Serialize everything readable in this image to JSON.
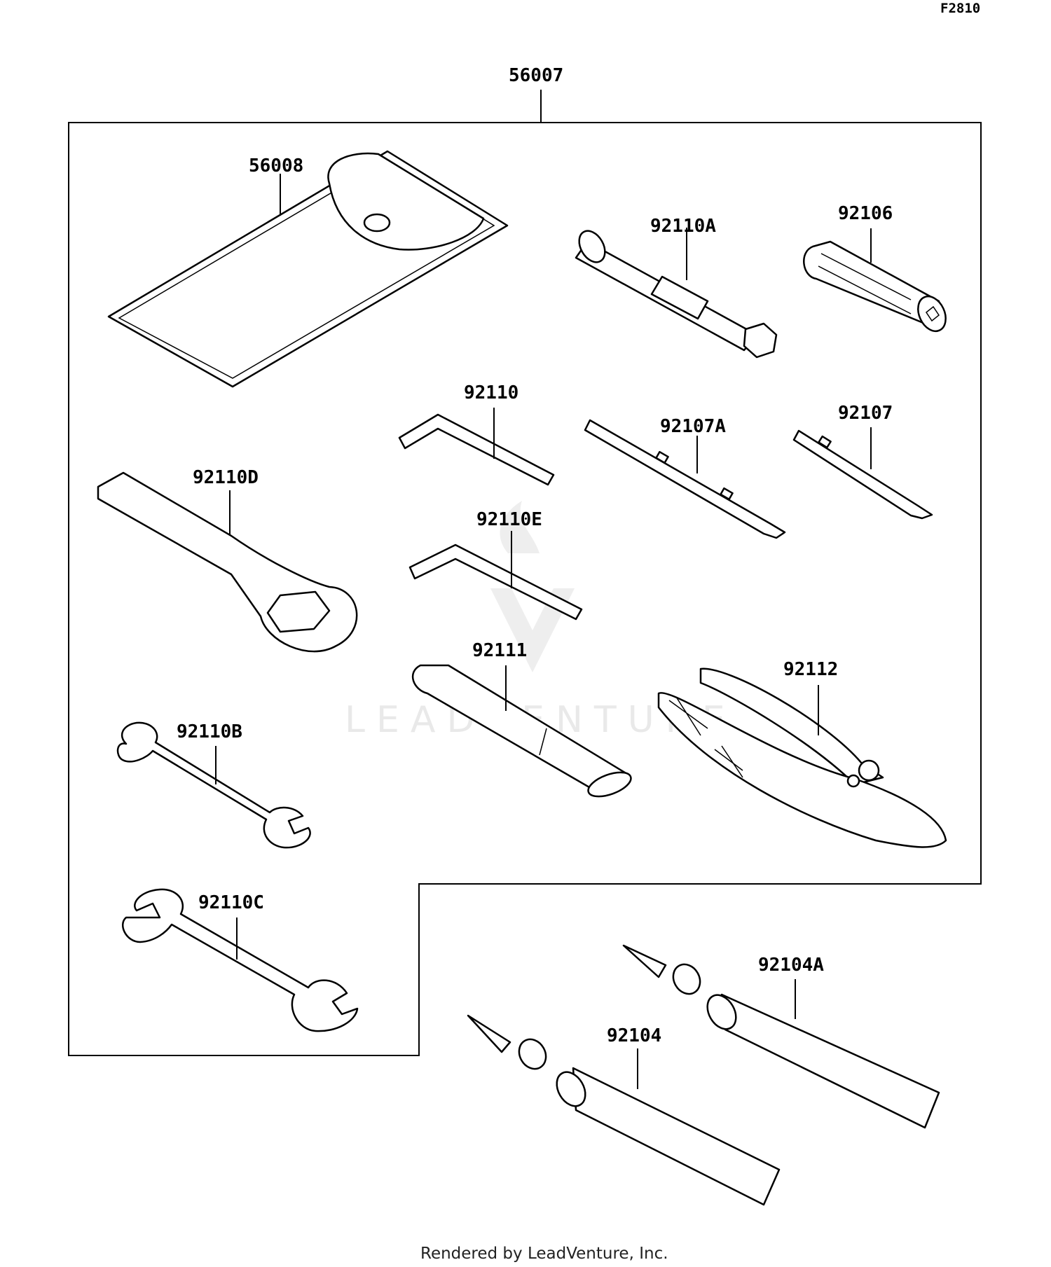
{
  "figure_code": "F2810",
  "watermark": {
    "text": "LEADVENTURE"
  },
  "footer": "Rendered by LeadVenture, Inc.",
  "assembly": {
    "part_number": "56007"
  },
  "parts": {
    "p56008": "56008",
    "p92110A": "92110A",
    "p92106": "92106",
    "p92110": "92110",
    "p92107A": "92107A",
    "p92107": "92107",
    "p92110D": "92110D",
    "p92110E": "92110E",
    "p92111": "92111",
    "p92112": "92112",
    "p92110B": "92110B",
    "p92110C": "92110C",
    "p92104A": "92104A",
    "p92104": "92104"
  }
}
